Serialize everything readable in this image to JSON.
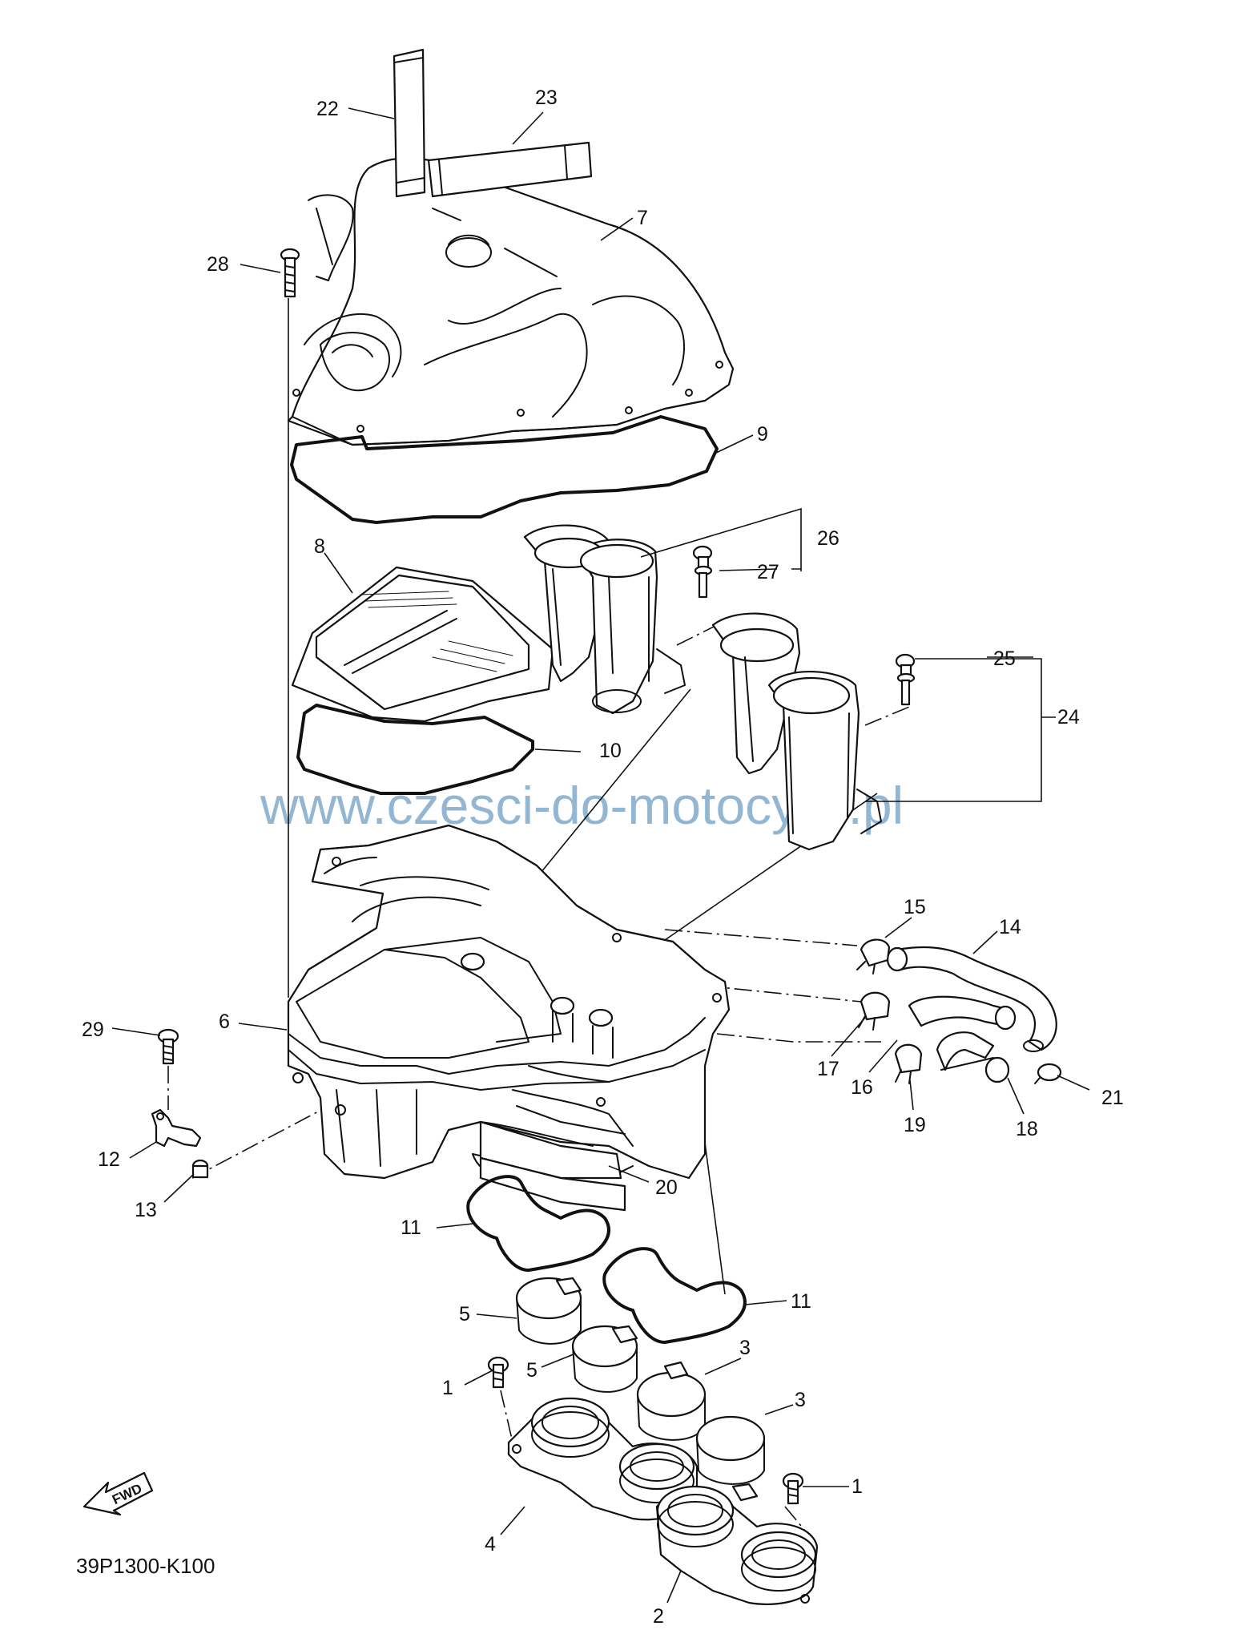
{
  "diagram_code": "39P1300-K100",
  "watermark": "www.czesci-do-motocykli.pl",
  "fwd_label": "FWD",
  "callouts": [
    {
      "id": "22",
      "text": "22"
    },
    {
      "id": "23",
      "text": "23"
    },
    {
      "id": "7",
      "text": "7"
    },
    {
      "id": "28",
      "text": "28"
    },
    {
      "id": "9",
      "text": "9"
    },
    {
      "id": "26",
      "text": "26"
    },
    {
      "id": "27",
      "text": "27"
    },
    {
      "id": "8",
      "text": "8"
    },
    {
      "id": "25",
      "text": "25"
    },
    {
      "id": "24",
      "text": "24"
    },
    {
      "id": "10",
      "text": "10"
    },
    {
      "id": "15",
      "text": "15"
    },
    {
      "id": "14",
      "text": "14"
    },
    {
      "id": "29",
      "text": "29"
    },
    {
      "id": "6",
      "text": "6"
    },
    {
      "id": "17",
      "text": "17"
    },
    {
      "id": "16",
      "text": "16"
    },
    {
      "id": "21",
      "text": "21"
    },
    {
      "id": "19",
      "text": "19"
    },
    {
      "id": "18",
      "text": "18"
    },
    {
      "id": "12",
      "text": "12"
    },
    {
      "id": "13",
      "text": "13"
    },
    {
      "id": "20",
      "text": "20"
    },
    {
      "id": "11a",
      "text": "11"
    },
    {
      "id": "11b",
      "text": "11"
    },
    {
      "id": "5a",
      "text": "5"
    },
    {
      "id": "5b",
      "text": "5"
    },
    {
      "id": "1a",
      "text": "1"
    },
    {
      "id": "3a",
      "text": "3"
    },
    {
      "id": "3b",
      "text": "3"
    },
    {
      "id": "1b",
      "text": "1"
    },
    {
      "id": "4",
      "text": "4"
    },
    {
      "id": "2",
      "text": "2"
    }
  ]
}
